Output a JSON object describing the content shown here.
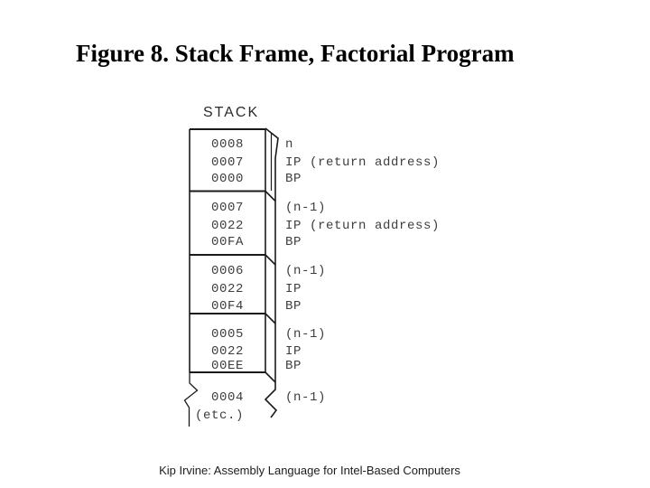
{
  "slide": {
    "title": "Figure 8. Stack Frame, Factorial Program",
    "footer": "Kip Irvine: Assembly Language for Intel-Based Computers"
  },
  "diagram": {
    "heading": "STACK",
    "frames": [
      {
        "values": [
          "0008",
          "0007",
          "0000"
        ],
        "labels": [
          "n",
          "IP (return address)",
          "BP"
        ]
      },
      {
        "values": [
          "0007",
          "0022",
          "00FA"
        ],
        "labels": [
          "(n-1)",
          "IP (return address)",
          "BP"
        ]
      },
      {
        "values": [
          "0006",
          "0022",
          "00F4"
        ],
        "labels": [
          "(n-1)",
          "IP",
          "BP"
        ]
      },
      {
        "values": [
          "0005",
          "0022",
          "00EE"
        ],
        "labels": [
          "(n-1)",
          "IP",
          "BP"
        ]
      }
    ],
    "bottom": {
      "value": "0004",
      "etc": "(etc.)",
      "label": "(n-1)"
    },
    "colors": {
      "line": "#1a1a1a",
      "mono_text": "#3d3d3d"
    }
  }
}
